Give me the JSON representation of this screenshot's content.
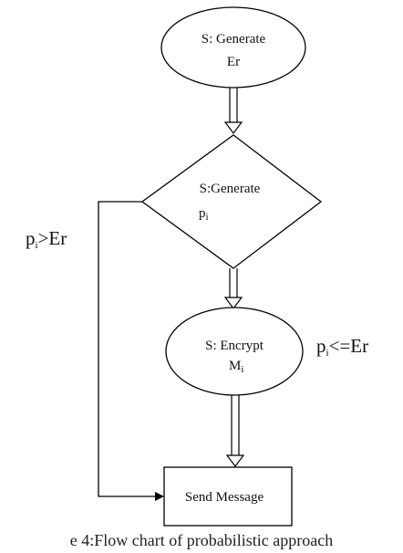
{
  "nodes": {
    "generate_er": {
      "line1": "S: Generate",
      "line2": "Er"
    },
    "generate_pi": {
      "line1": "S:Generate",
      "line2_base": "p",
      "line2_sub": "i"
    },
    "encrypt_mi": {
      "line1": "S: Encrypt",
      "line2_base": "M",
      "line2_sub": "i"
    },
    "send_message": {
      "label": "Send Message"
    }
  },
  "edge_labels": {
    "left": {
      "base": "p",
      "sub": "i",
      "rest": ">Er"
    },
    "right": {
      "base": "p",
      "sub": "i",
      "rest": "<=Er"
    }
  },
  "caption": "e 4:Flow chart of probabilistic approach"
}
